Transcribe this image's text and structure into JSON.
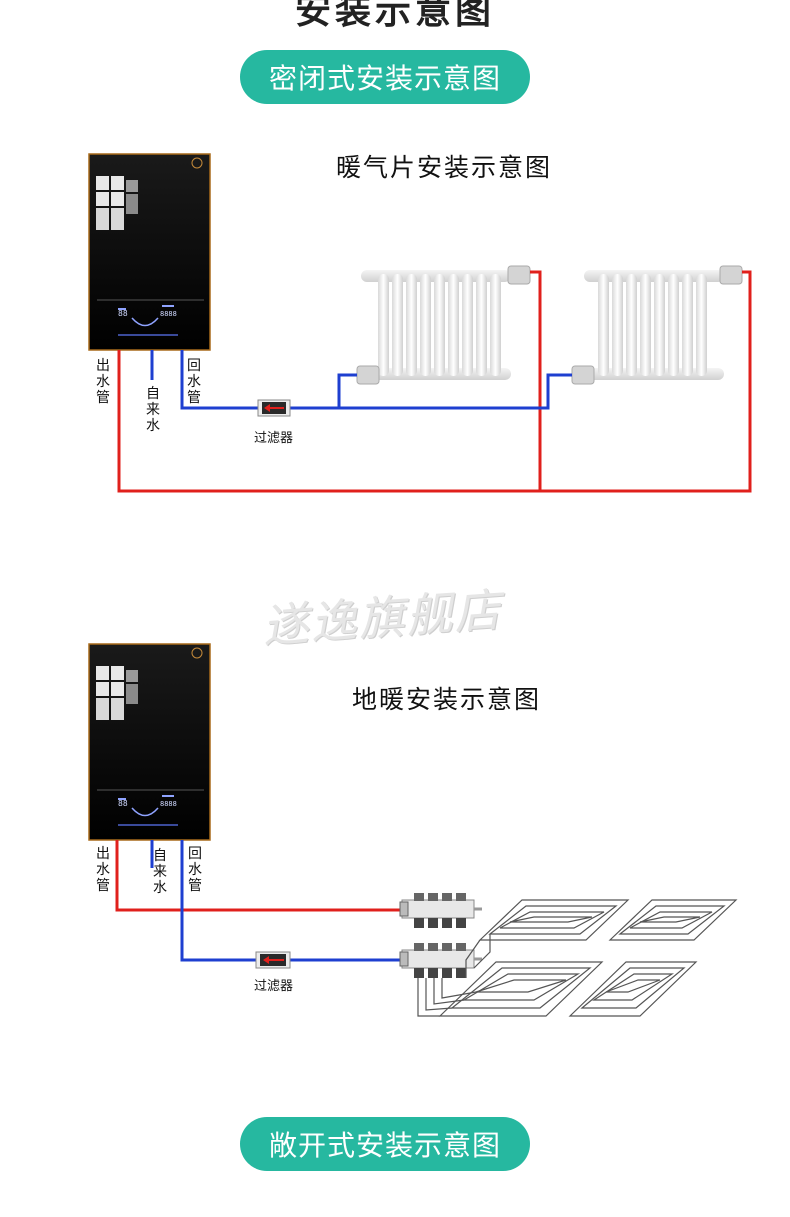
{
  "header": {
    "title": "安装示意图"
  },
  "sections": {
    "closed": {
      "label": "密闭式安装示意图"
    },
    "open": {
      "label": "敞开式安装示意图"
    }
  },
  "radiator_diagram": {
    "title": "暖气片安装示意图",
    "labels": {
      "outlet": "出水管",
      "inlet": "自来水",
      "return": "回水管",
      "filter": "过滤器"
    }
  },
  "floor_diagram": {
    "title": "地暖安装示意图",
    "labels": {
      "outlet": "出水管",
      "inlet": "自来水",
      "return": "回水管",
      "filter": "过滤器"
    }
  },
  "watermark": "遂逸旗舰店",
  "colors": {
    "accent": "#26b8a0",
    "hot_pipe": "#e0201c",
    "cold_pipe": "#1e3fd0",
    "boiler": "#000000",
    "boiler_border": "#a86a1a"
  }
}
